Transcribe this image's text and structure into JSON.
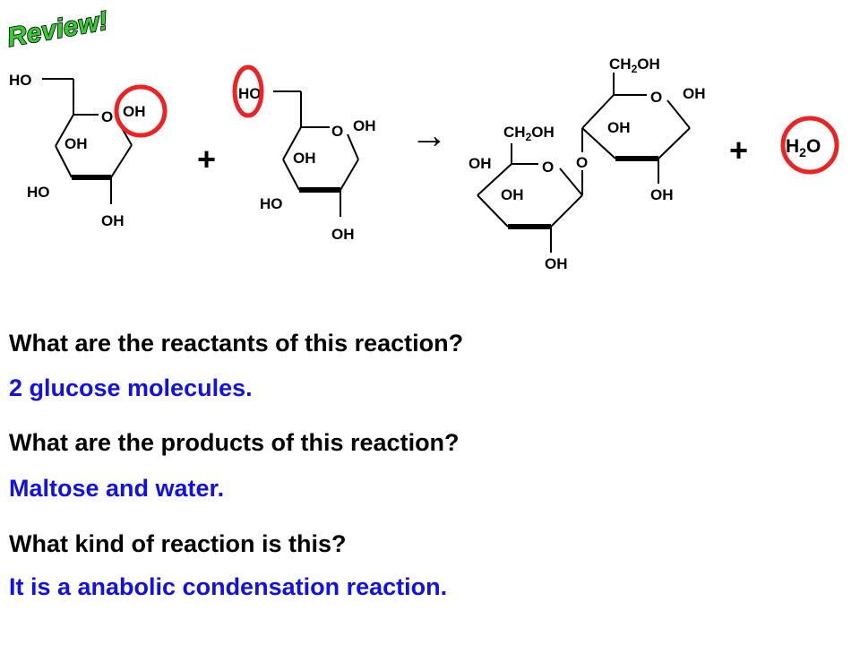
{
  "title": "Review!",
  "colors": {
    "title_fill": "#33cc33",
    "answer": "#1010ee",
    "circle": "#ee2222",
    "text": "#000000"
  },
  "labels": {
    "ho": "HO",
    "oh": "OH",
    "o": "O",
    "ch2oh_main": "CH",
    "ch2oh_sub": "2",
    "ch2oh_end": "OH",
    "plus": "+",
    "arrow": "→",
    "water_h": "H",
    "water_sub": "2",
    "water_o": "O"
  },
  "qa": [
    {
      "question": "What are the reactants of this reaction?",
      "answer": "2 glucose molecules."
    },
    {
      "question": "What are the products of this reaction?",
      "answer": "Maltose and water."
    },
    {
      "question": "What kind of reaction is this?",
      "answer": "It is a anabolic condensation reaction."
    }
  ]
}
